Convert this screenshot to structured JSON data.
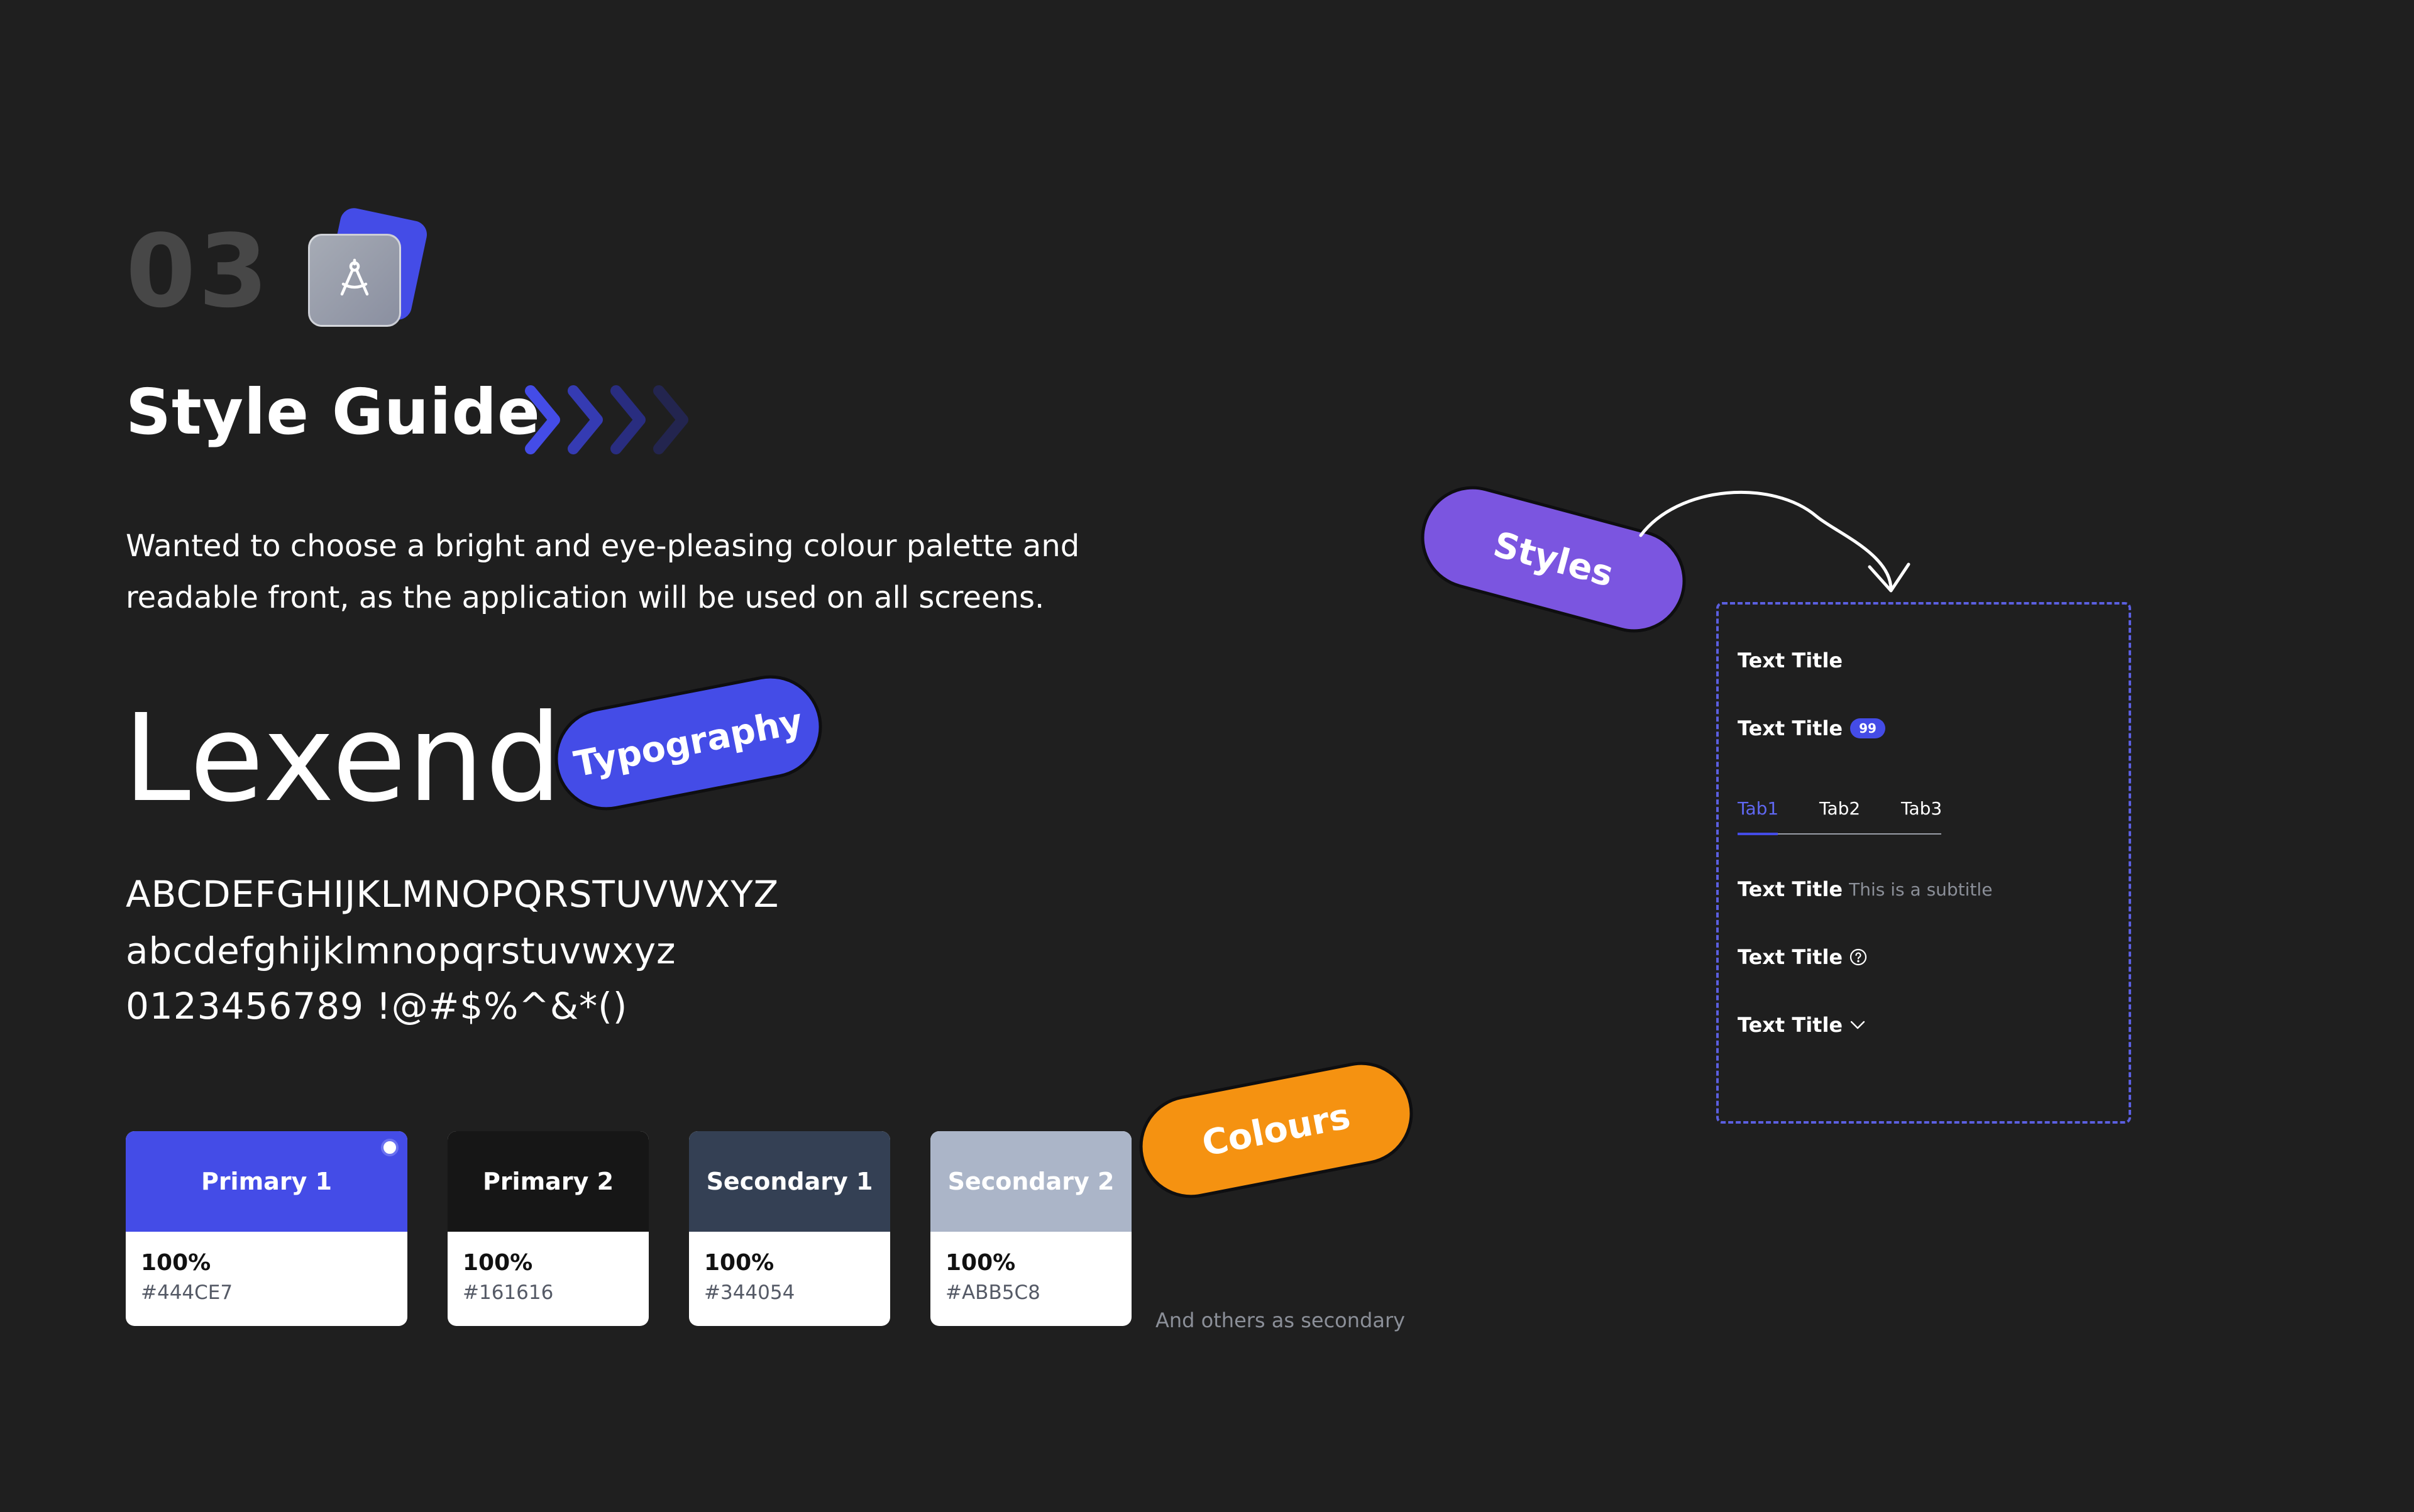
{
  "section": {
    "number": "03"
  },
  "header": {
    "title": "Style Guide"
  },
  "description": "Wanted to choose a bright and eye-pleasing colour palette and readable front, as the application will be used on all screens.",
  "description_lines": [
    "Wanted to choose a bright and eye-pleasing colour palette and",
    "readable front, as the application will be used on all screens."
  ],
  "typography": {
    "font_name": "Lexend",
    "pill_label": "Typography",
    "uppercase": "ABCDEFGHIJKLMNOPQRSTUVWXYZ",
    "lowercase": "abcdefghijklmnopqrstuvwxyz",
    "numbers_symbols": "0123456789 !@#$%^&*()"
  },
  "colours": {
    "pill_label": "Colours",
    "note": "And others as secondary",
    "swatches": [
      {
        "name": "Primary 1",
        "percent": "100%",
        "hex": "#444CE7"
      },
      {
        "name": "Primary 2",
        "percent": "100%",
        "hex": "#161616"
      },
      {
        "name": "Secondary 1",
        "percent": "100%",
        "hex": "#344054"
      },
      {
        "name": "Secondary 2",
        "percent": "100%",
        "hex": "#ABB5C8"
      }
    ]
  },
  "styles": {
    "pill_label": "Styles",
    "preview": {
      "row1": {
        "title": "Text Title"
      },
      "row2": {
        "title": "Text Title",
        "badge": "99"
      },
      "tabs": [
        "Tab1",
        "Tab2",
        "Tab3"
      ],
      "row4": {
        "title": "Text Title",
        "subtitle": "This is a subtitle"
      },
      "row5": {
        "title": "Text Title"
      },
      "row6": {
        "title": "Text Title"
      }
    }
  },
  "icons": {
    "app_icon": "drafting-compass-icon",
    "chevrons": "chevron-right-icon",
    "help": "question-circle-icon",
    "dropdown": "chevron-down-icon",
    "arrow": "curved-arrow-icon"
  },
  "accent_colors": {
    "primary": "#444CE7",
    "typography_pill": "#444CE7",
    "styles_pill": "#7B55E0",
    "colours_pill": "#F59211",
    "background": "#1F1F1F"
  }
}
